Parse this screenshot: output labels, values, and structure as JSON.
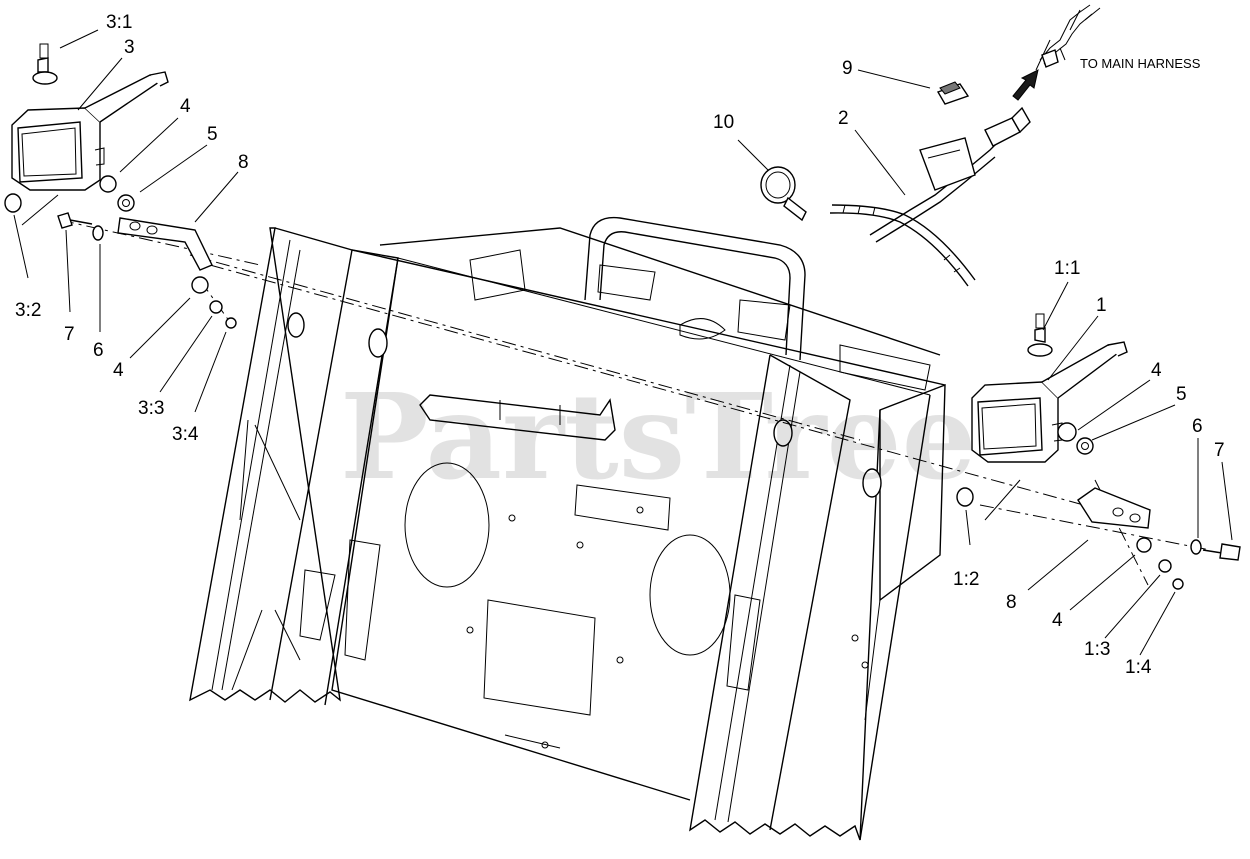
{
  "watermark": "PartsTree",
  "note": "TO MAIN HARNESS",
  "callouts": {
    "c3_1": "3:1",
    "c3": "3",
    "c4_left_top": "4",
    "c5_left": "5",
    "c8_left": "8",
    "c3_2": "3:2",
    "c7_left": "7",
    "c6_left": "6",
    "c4_left_bottom": "4",
    "c3_3": "3:3",
    "c3_4": "3:4",
    "c9": "9",
    "c10": "10",
    "c2": "2",
    "c1_1": "1:1",
    "c1": "1",
    "c4_right_top": "4",
    "c5_right": "5",
    "c6_right": "6",
    "c7_right": "7",
    "c1_2": "1:2",
    "c8_right": "8",
    "c4_right_bottom": "4",
    "c1_3": "1:3",
    "c1_4": "1:4"
  }
}
